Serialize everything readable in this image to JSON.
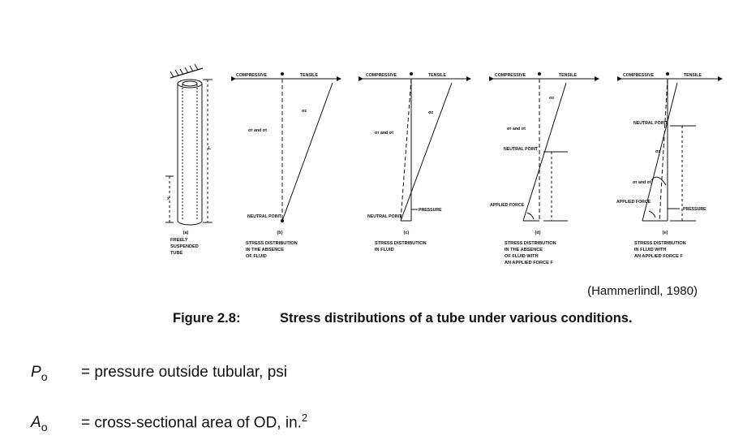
{
  "axis": {
    "compressive": "COMPRESSIVE",
    "tensile": "TENSILE"
  },
  "labels": {
    "sigma_z": "σz",
    "sigma_r_theta": "σr and σt",
    "neutral_point": "NEUTRAL POINT",
    "pressure": "PRESSURE",
    "applied_force": "APPLIED FORCE",
    "L": "L",
    "x": "x"
  },
  "panels": [
    {
      "tag": "(a)",
      "caption": [
        "FREELY",
        "SUSPENDED",
        "TUBE"
      ]
    },
    {
      "tag": "(b)",
      "caption": [
        "STRESS DISTRIBUTION",
        "IN THE ABSENCE",
        "OF FLUID"
      ]
    },
    {
      "tag": "(c)",
      "caption": [
        "STRESS DISTRIBUTION",
        "IN FLUID"
      ]
    },
    {
      "tag": "(d)",
      "caption": [
        "STRESS DISTRIBUTION",
        "IN THE ABSENCE",
        "OF FLUID WITH",
        "AN APPLIED FORCE F"
      ]
    },
    {
      "tag": "(e)",
      "caption": [
        "STRESS DISTRIBUTION",
        "IN FLUID WITH",
        "AN APPLIED FORCE F"
      ]
    }
  ],
  "source": "(Hammerlindl, 1980)",
  "caption": {
    "number": "Figure 2.8:",
    "text": "Stress distributions of a tube under various conditions."
  },
  "definitions": [
    {
      "symbol": "P",
      "subscript": "o",
      "text": "= pressure outside tubular, psi",
      "superscript": ""
    },
    {
      "symbol": "A",
      "subscript": "o",
      "text": "= cross-sectional area of OD, in.",
      "superscript": "2"
    }
  ]
}
